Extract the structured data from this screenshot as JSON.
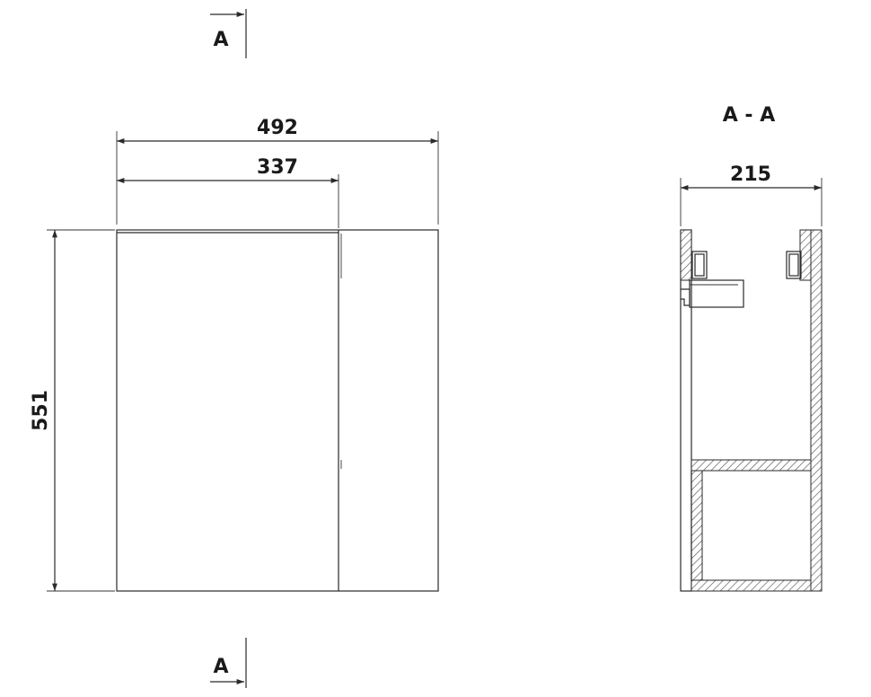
{
  "section_marker": {
    "top_label": "A",
    "bottom_label": "A"
  },
  "section_view": {
    "title": "A - A"
  },
  "dimensions": {
    "total_width": "492",
    "door_width": "337",
    "height": "551",
    "depth": "215"
  }
}
